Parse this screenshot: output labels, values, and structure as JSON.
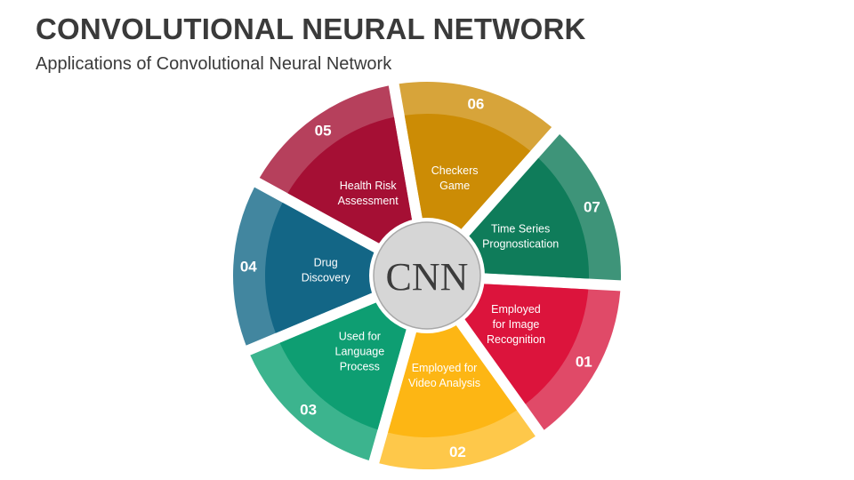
{
  "header": {
    "title": "CONVOLUTIONAL NEURAL NETWORK",
    "subtitle": "Applications of Convolutional Neural Network"
  },
  "center": {
    "label": "CNN"
  },
  "segments": [
    {
      "number": "01",
      "lines": [
        "Employed",
        "for Image",
        "Recognition"
      ],
      "color": "#dc143c",
      "outer": "#e04a68"
    },
    {
      "number": "02",
      "lines": [
        "Employed for",
        "Video Analysis"
      ],
      "color": "#fdb614",
      "outer": "#fec84a"
    },
    {
      "number": "03",
      "lines": [
        "Used for",
        "Language",
        "Process"
      ],
      "color": "#0e9e72",
      "outer": "#3cb48e"
    },
    {
      "number": "04",
      "lines": [
        "Drug",
        "Discovery"
      ],
      "color": "#136686",
      "outer": "#42869f"
    },
    {
      "number": "05",
      "lines": [
        "Health Risk",
        "Assessment"
      ],
      "color": "#a50f34",
      "outer": "#b6405c"
    },
    {
      "number": "06",
      "lines": [
        "Checkers",
        "Game"
      ],
      "color": "#cc8c05",
      "outer": "#d7a43a"
    },
    {
      "number": "07",
      "lines": [
        "Time Series",
        "Prognostication"
      ],
      "color": "#0f7c5a",
      "outer": "#3e9479"
    }
  ]
}
